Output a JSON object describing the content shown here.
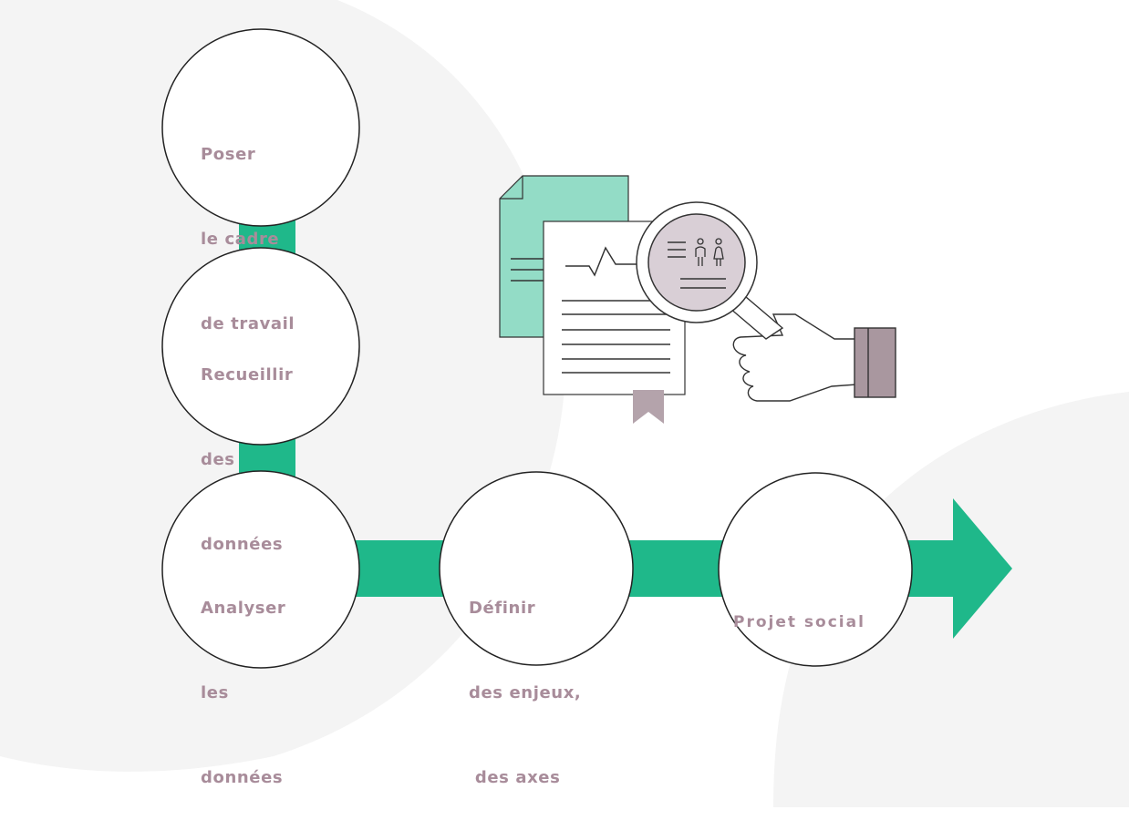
{
  "colors": {
    "background_blob": "#f4f4f4",
    "connector": "#1fb88a",
    "circle_fill": "#ffffff",
    "circle_stroke": "#222222",
    "text": "#a88c9a",
    "doc_back": "#93dcc6",
    "doc_front": "#ffffff",
    "lens_fill": "#d9cfd6",
    "cuff": "#a9979f",
    "bookmark": "#b4a3ab"
  },
  "steps": [
    {
      "lines": [
        "Poser",
        "le cadre",
        "de travail"
      ]
    },
    {
      "lines": [
        "Recueillir",
        "des",
        "données"
      ]
    },
    {
      "lines": [
        "Analyser",
        "les",
        "données"
      ]
    },
    {
      "lines": [
        "Définir",
        "des enjeux,",
        " des axes"
      ]
    },
    {
      "lines": [
        "Projet social"
      ]
    }
  ],
  "illustration": {
    "icon": "magnifier-over-documents-icon"
  }
}
